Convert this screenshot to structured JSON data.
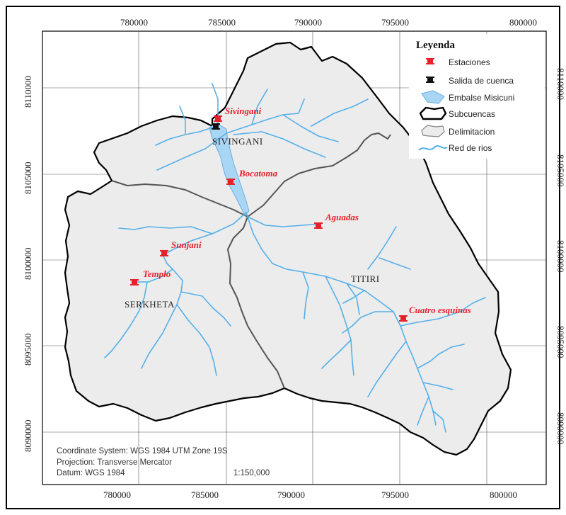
{
  "map": {
    "x_ticks": [
      "780000",
      "785000",
      "790000",
      "795000",
      "800000"
    ],
    "y_ticks": [
      "8110000",
      "8105000",
      "8100000",
      "8095000",
      "8090000"
    ],
    "colors": {
      "station": "#e8202a",
      "outlet": "#111111",
      "reservoir": "#a9d6f5",
      "river": "#55b0ea",
      "basin_fill": "#ececec"
    }
  },
  "stations": [
    {
      "name": "Sivingani"
    },
    {
      "name": "Bocatoma"
    },
    {
      "name": "Aguadas"
    },
    {
      "name": "Sunjani"
    },
    {
      "name": "Templo"
    },
    {
      "name": "Cuatro esquinas"
    }
  ],
  "subbasins": [
    {
      "name": "SIVINGANI"
    },
    {
      "name": "TITIRI"
    },
    {
      "name": "SERKHETA"
    }
  ],
  "legend": {
    "title": "Leyenda",
    "items": [
      {
        "label": "Estaciones",
        "icon": "station-marker-icon"
      },
      {
        "label": "Salida de cuenca",
        "icon": "outlet-marker-icon"
      },
      {
        "label": "Embalse Misicuni",
        "icon": "reservoir-icon"
      },
      {
        "label": "Subcuencas",
        "icon": "subbasin-icon"
      },
      {
        "label": "Delimitacion",
        "icon": "delimitation-icon"
      },
      {
        "label": "Red de rios",
        "icon": "river-icon"
      }
    ]
  },
  "info": {
    "coordinate_system": "Coordinate System: WGS 1984 UTM Zone 19S",
    "projection": "Projection: Transverse Mercator",
    "datum": "Datum: WGS 1984",
    "scale": "1:150,000"
  }
}
